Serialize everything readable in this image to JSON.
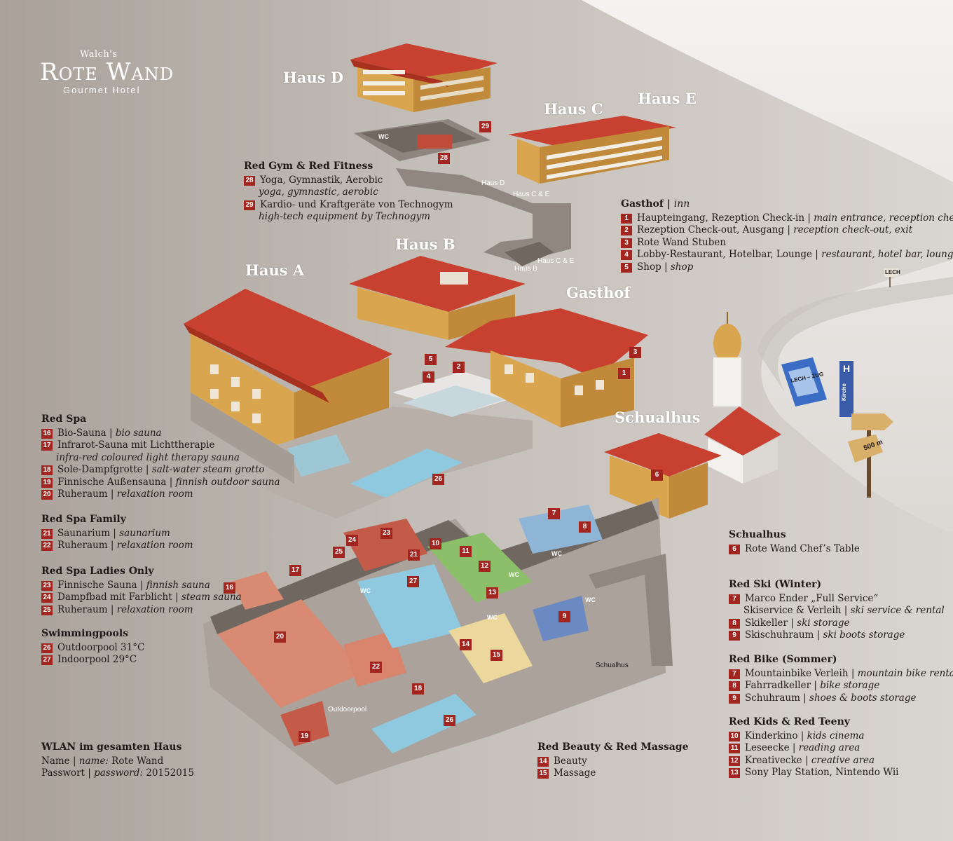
{
  "logo": {
    "pre": "Walch's",
    "name": "Rote Wand",
    "sub": "Gourmet Hotel"
  },
  "buildings": {
    "haus_d": "Haus D",
    "haus_c": "Haus C",
    "haus_e": "Haus E",
    "haus_b": "Haus B",
    "haus_a": "Haus A",
    "gasthof": "Gasthof",
    "schualhus": "Schualhus"
  },
  "path_labels": {
    "haus_d": "Haus D",
    "haus_ce_1": "Haus C & E",
    "haus_ce_2": "Haus C & E",
    "haus_b": "Haus B",
    "schualhus": "Schualhus",
    "outdoorpool": "Outdoorpool"
  },
  "signs": {
    "lech": "LECH",
    "bus": "LECH – ZUG",
    "h": "H",
    "kirche": "Kirche",
    "distance": "500 m"
  },
  "wc_label": "WC",
  "map_markers": [
    "29",
    "28",
    "5",
    "4",
    "2",
    "3",
    "1",
    "6",
    "7",
    "8",
    "9",
    "10",
    "11",
    "12",
    "13",
    "14",
    "15",
    "16",
    "17",
    "18",
    "19",
    "20",
    "21",
    "22",
    "23",
    "24",
    "25",
    "26",
    "26",
    "27"
  ],
  "gym": {
    "title": "Red Gym & Red Fitness",
    "items": [
      {
        "num": "28",
        "text": "Yoga, Gymnastik, Aerobic",
        "sub": "yoga, gymnastic, aerobic"
      },
      {
        "num": "29",
        "text": "Kardio- und Kraftgeräte von Technogym",
        "sub": "high-tech equipment by Technogym"
      }
    ]
  },
  "gasthof": {
    "title": "Gasthof",
    "title_en": "inn",
    "items": [
      {
        "num": "1",
        "text": "Haupteingang, Rezeption Check-in",
        "en": "main entrance, reception check-in"
      },
      {
        "num": "2",
        "text": "Rezeption Check-out, Ausgang",
        "en": "reception check-out, exit"
      },
      {
        "num": "3",
        "text": "Rote Wand Stuben",
        "en": ""
      },
      {
        "num": "4",
        "text": "Lobby-Restaurant, Hotelbar, Lounge",
        "en": "restaurant, hotel bar, lounge"
      },
      {
        "num": "5",
        "text": "Shop",
        "en": "shop"
      }
    ]
  },
  "red_spa": {
    "title": "Red Spa",
    "items": [
      {
        "num": "16",
        "text": "Bio-Sauna",
        "en": "bio sauna"
      },
      {
        "num": "17",
        "text": "Infrarot-Sauna mit  Lichttherapie",
        "en": "",
        "sub": "infra-red coloured light therapy  sauna"
      },
      {
        "num": "18",
        "text": "Sole-Dampfgrotte",
        "en": "salt-water steam grotto"
      },
      {
        "num": "19",
        "text": "Finnische Außensauna",
        "en": "finnish outdoor sauna"
      },
      {
        "num": "20",
        "text": "Ruheraum",
        "en": "relaxation room"
      }
    ]
  },
  "red_spa_family": {
    "title": "Red Spa Family",
    "items": [
      {
        "num": "21",
        "text": "Saunarium",
        "en": "saunarium"
      },
      {
        "num": "22",
        "text": "Ruheraum",
        "en": "relaxation room"
      }
    ]
  },
  "red_spa_ladies": {
    "title": "Red Spa Ladies Only",
    "items": [
      {
        "num": "23",
        "text": "Finnische Sauna",
        "en": "finnish sauna"
      },
      {
        "num": "24",
        "text": "Dampfbad mit Farblicht",
        "en": "steam sauna"
      },
      {
        "num": "25",
        "text": "Ruheraum",
        "en": "relaxation room"
      }
    ]
  },
  "pools": {
    "title": "Swimmingpools",
    "items": [
      {
        "num": "26",
        "text": "Outdoorpool 31°C",
        "en": ""
      },
      {
        "num": "27",
        "text": "Indoorpool 29°C",
        "en": ""
      }
    ]
  },
  "wlan": {
    "title": "WLAN im gesamten Haus",
    "name_label": "Name | ",
    "name_label_en": "name:",
    "name_value": " Rote Wand",
    "pass_label": "Passwort | ",
    "pass_label_en": "password:",
    "pass_value": " 20152015"
  },
  "beauty": {
    "title": "Red Beauty & Red Massage",
    "items": [
      {
        "num": "14",
        "text": "Beauty",
        "en": ""
      },
      {
        "num": "15",
        "text": "Massage",
        "en": ""
      }
    ]
  },
  "schualhus_legend": {
    "title": "Schualhus",
    "items": [
      {
        "num": "6",
        "text": "Rote Wand Chef’s Table",
        "en": ""
      }
    ]
  },
  "red_ski": {
    "title": "Red Ski  (Winter)",
    "items": [
      {
        "num": "7",
        "text": "Marco Ender „Full Service“",
        "en": "",
        "line2": "Skiservice & Verleih",
        "line2_en": "ski service & rental"
      },
      {
        "num": "8",
        "text": "Skikeller",
        "en": "ski storage"
      },
      {
        "num": "9",
        "text": "Skischuhraum",
        "en": "ski boots storage"
      }
    ]
  },
  "red_bike": {
    "title": "Red Bike (Sommer)",
    "items": [
      {
        "num": "7",
        "text": "Mountainbike Verleih",
        "en": "mountain bike rental"
      },
      {
        "num": "8",
        "text": "Fahrradkeller",
        "en": "bike storage"
      },
      {
        "num": "9",
        "text": "Schuhraum",
        "en": "shoes & boots storage"
      }
    ]
  },
  "red_kids": {
    "title": "Red Kids & Red Teeny",
    "items": [
      {
        "num": "10",
        "text": "Kinderkino",
        "en": "kids cinema"
      },
      {
        "num": "11",
        "text": "Leseecke",
        "en": "reading area"
      },
      {
        "num": "12",
        "text": "Kreativecke",
        "en": "creative area"
      },
      {
        "num": "13",
        "text": "Sony Play Station, Nintendo Wii",
        "en": ""
      }
    ]
  },
  "colors": {
    "background": "#b9b2ac",
    "accent_red": "#a3251f",
    "roof_red": "#c8402f",
    "wall_ochre": "#d9a54f",
    "pool_blue": "#8fc9e0",
    "spa_salmon": "#d98a72",
    "kids_green": "#8cbf6a",
    "beauty_yellow": "#ecd79c"
  }
}
